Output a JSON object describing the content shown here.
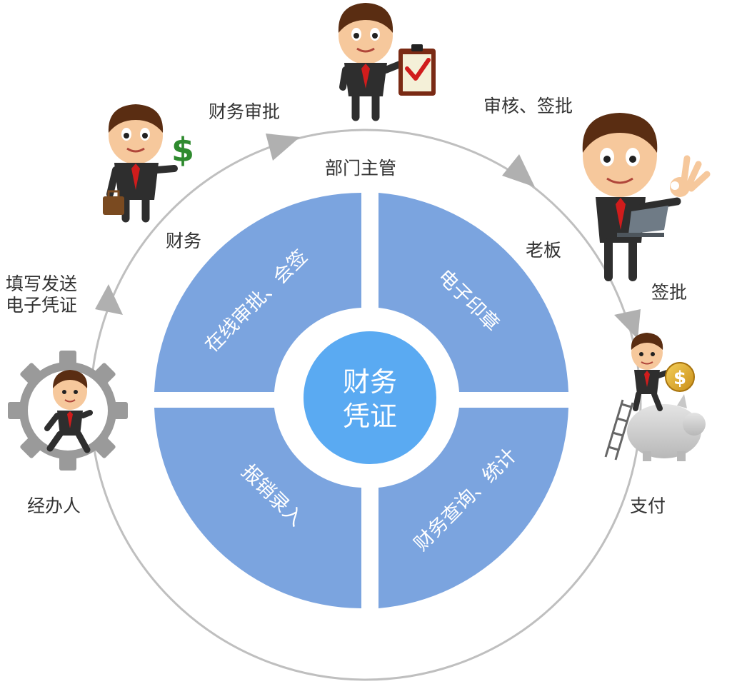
{
  "center": {
    "line1": "财务",
    "line2": "凭证"
  },
  "quadrants": {
    "top_left": "在线审批、会签",
    "top_right": "电子印章",
    "bottom_left": "报销录入",
    "bottom_right": "财务查询、统计"
  },
  "roles": {
    "handler": "经办人",
    "finance": "财务",
    "dept_manager": "部门主管",
    "boss": "老板",
    "payment": "支付"
  },
  "steps": {
    "fill_send": "填写发送电子凭证",
    "finance_approve": "财务审批",
    "review_sign": "审核、签批",
    "sign_approve": "签批"
  },
  "colors": {
    "quadrant": "#7ba4df",
    "center": "#5aaaf2",
    "ring": "#bfbfbf",
    "arrow": "#b0b0b0",
    "label": "#333333"
  },
  "icons": [
    "gear-icon",
    "dollar-sign-icon",
    "briefcase-icon",
    "clipboard-check-icon",
    "ok-hand-icon",
    "laptop-icon",
    "piggy-bank-icon",
    "coin-icon",
    "ladder-icon"
  ]
}
